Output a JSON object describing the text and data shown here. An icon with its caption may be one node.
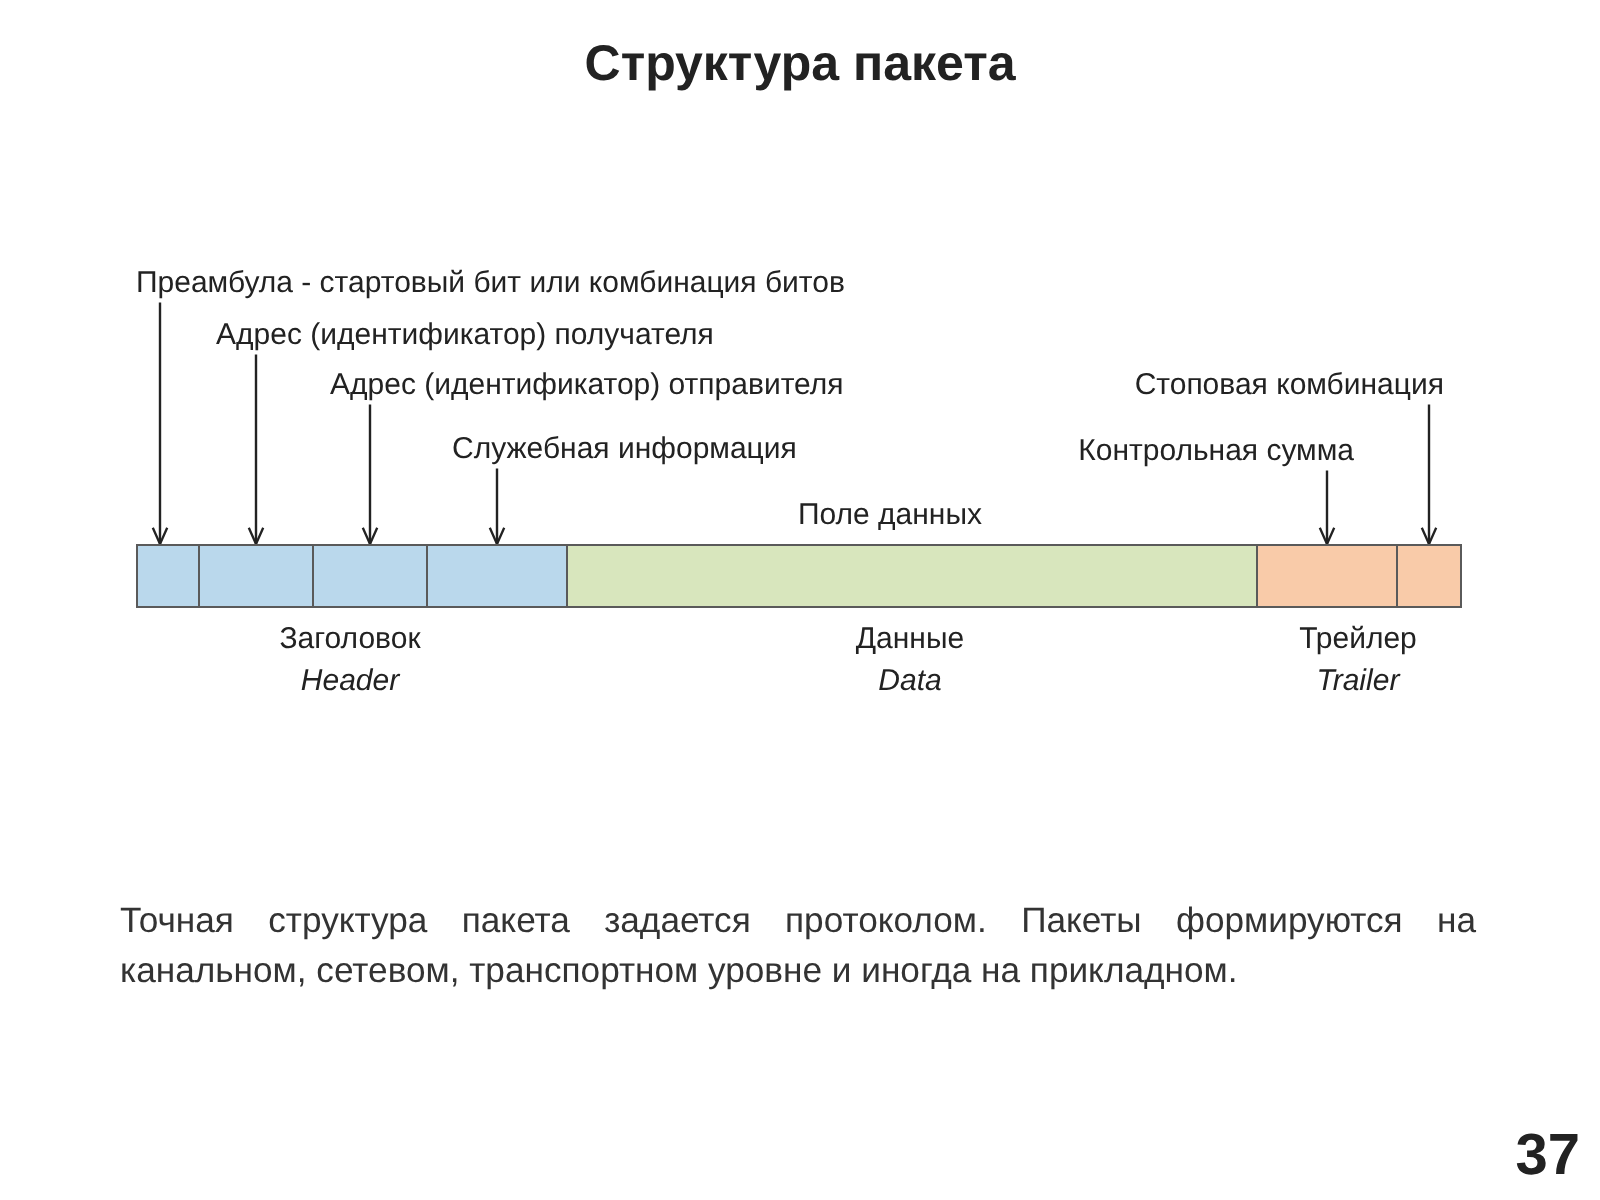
{
  "diagram": {
    "title": "Структура пакета",
    "caption": "Точная структура пакета задается протоколом. Пакеты формируются на канальном, сетевом, транспортном уровне и иногда на прикладном.",
    "nodes": [
      {
        "text": [
          "Преамбула - стартовый бит или комбинация битов"
        ]
      },
      {
        "text": [
          "Адрес (идентификатор) получателя"
        ]
      },
      {
        "text": [
          "Адрес (идентификатор) отправителя"
        ]
      },
      {
        "text": [
          "Стоповая комбинация"
        ]
      },
      {
        "text": [
          "Служебная информация"
        ]
      },
      {
        "text": [
          "Контрольная сумма"
        ]
      },
      {
        "text": [],
        "shape": "box"
      },
      {
        "text": [],
        "shape": "box"
      },
      {
        "text": [],
        "shape": "box"
      },
      {
        "text": [],
        "shape": "box"
      },
      {
        "text": [],
        "shape": "box",
        "beside": [
          "Поле данных",
          "Данные",
          "Data"
        ]
      },
      {
        "text": [],
        "shape": "box"
      },
      {
        "text": [],
        "shape": "box"
      }
    ],
    "edges": [
      {
        "from": 0,
        "to": 6,
        "arrow": "to"
      },
      {
        "from": 1,
        "to": 7,
        "arrow": "to"
      },
      {
        "from": 2,
        "to": 8,
        "arrow": "to"
      },
      {
        "from": 3,
        "to": 12,
        "arrow": "to"
      },
      {
        "from": 4,
        "to": 9,
        "arrow": "to"
      },
      {
        "from": 5,
        "to": 11,
        "arrow": "to"
      }
    ],
    "labels": [
      "Заголовок",
      "Header",
      "Трейлер",
      "Trailer",
      "37"
    ]
  }
}
